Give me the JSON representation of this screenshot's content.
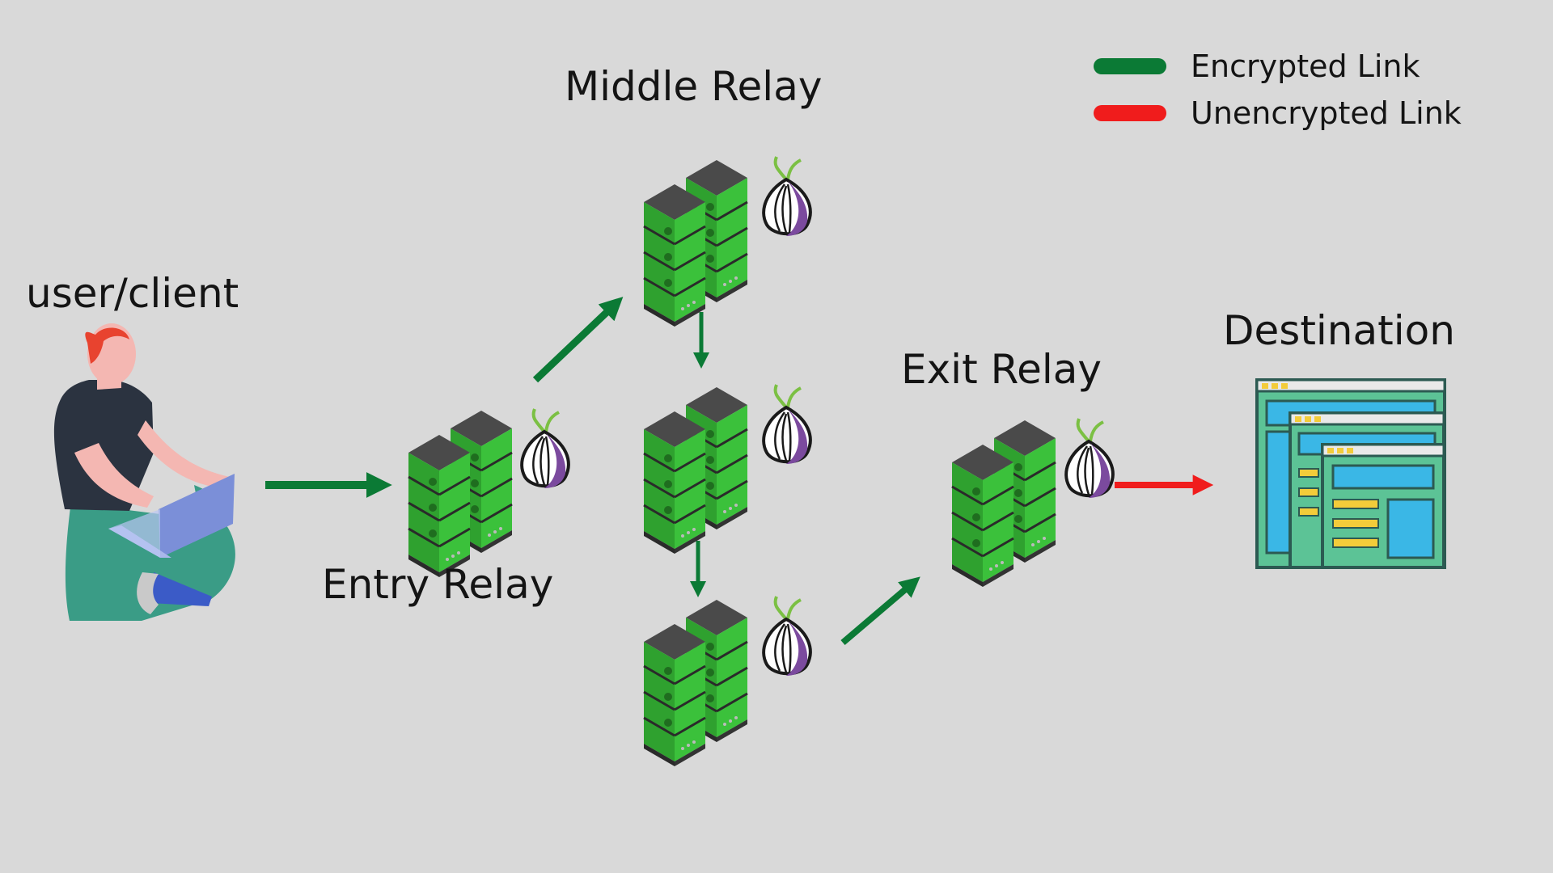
{
  "nodes": {
    "client": {
      "label": "user/client"
    },
    "entry": {
      "label": "Entry Relay"
    },
    "middle": {
      "label": "Middle Relay"
    },
    "exit": {
      "label": "Exit Relay"
    },
    "destination": {
      "label": "Destination"
    }
  },
  "legend": [
    {
      "label": "Encrypted Link",
      "color": "#0b7a35"
    },
    {
      "label": "Unencrypted Link",
      "color": "#f01c1c"
    }
  ],
  "icons": {
    "person": "person-with-laptop-icon",
    "server": "server-rack-icon",
    "onion": "tor-onion-icon",
    "destination": "browser-windows-icon"
  },
  "colors": {
    "background": "#d9d9d9",
    "encrypted": "#0b7a35",
    "unencrypted": "#f01c1c",
    "server_green": "#3bb43b",
    "server_dark": "#3a3a3a",
    "onion_purple": "#7b4a9e"
  }
}
